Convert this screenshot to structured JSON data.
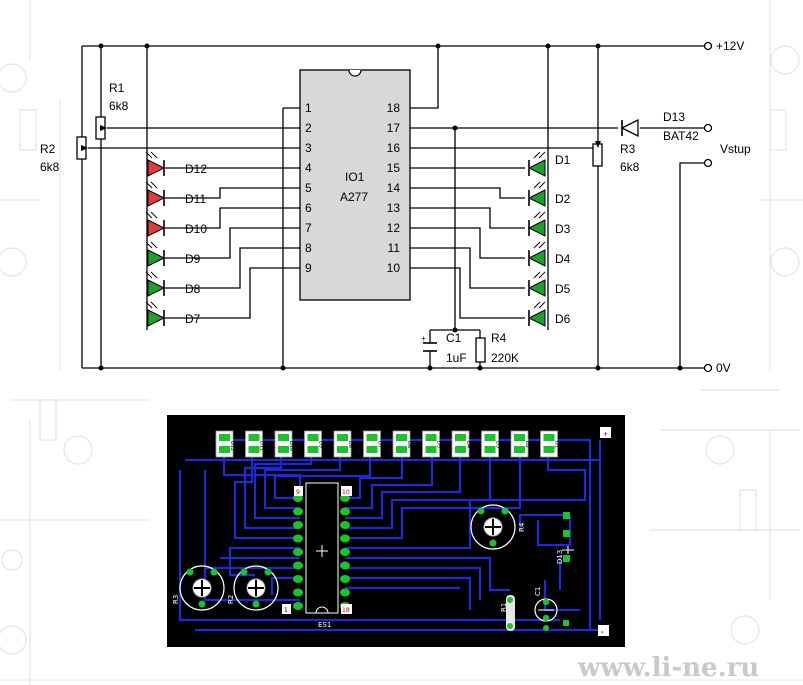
{
  "schematic": {
    "supply_plus": "+12V",
    "supply_zero": "0V",
    "input_label": "Vstup",
    "ic": {
      "name": "IO1",
      "part": "A277",
      "left_pins": [
        "1",
        "2",
        "3",
        "4",
        "5",
        "6",
        "7",
        "8",
        "9"
      ],
      "right_pins": [
        "18",
        "17",
        "16",
        "15",
        "14",
        "13",
        "12",
        "11",
        "10"
      ]
    },
    "r1": {
      "name": "R1",
      "value": "6k8"
    },
    "r2": {
      "name": "R2",
      "value": "6k8"
    },
    "r3": {
      "name": "R3",
      "value": "6k8"
    },
    "r4": {
      "name": "R4",
      "value": "220K"
    },
    "c1": {
      "name": "C1",
      "value": "1uF"
    },
    "d13": {
      "name": "D13",
      "part": "BAT42"
    },
    "left_leds": [
      {
        "name": "D12",
        "color": "#e23b3b"
      },
      {
        "name": "D11",
        "color": "#e23b3b"
      },
      {
        "name": "D10",
        "color": "#e23b3b"
      },
      {
        "name": "D9",
        "color": "#1f9e2a"
      },
      {
        "name": "D8",
        "color": "#1f9e2a"
      },
      {
        "name": "D7",
        "color": "#1f9e2a"
      }
    ],
    "right_leds": [
      {
        "name": "D1",
        "color": "#1f9e2a"
      },
      {
        "name": "D2",
        "color": "#1f9e2a"
      },
      {
        "name": "D3",
        "color": "#1f9e2a"
      },
      {
        "name": "D4",
        "color": "#1f9e2a"
      },
      {
        "name": "D5",
        "color": "#1f9e2a"
      },
      {
        "name": "D6",
        "color": "#1f9e2a"
      }
    ]
  },
  "pcb": {
    "led_labels": [
      "D12",
      "D11",
      "D10",
      "D9",
      "D8",
      "D7",
      "D6",
      "D5",
      "D4",
      "D3",
      "D2",
      "D1"
    ],
    "pin1_label": "1",
    "pin9_label": "9",
    "pin10_label": "10",
    "pin18_label": "18",
    "ic_label": "ES1",
    "plus_label": "+",
    "minus_label": "-",
    "r1_label": "R1",
    "r2_label": "R2",
    "r3_label": "R3",
    "r4_label": "R4",
    "c1_label": "C1",
    "d13_label": "D13",
    "board_color": "#000000",
    "trace_color": "#1d2bd6",
    "pad_color": "#19c32a"
  },
  "watermark": "www.li-ne.ru"
}
